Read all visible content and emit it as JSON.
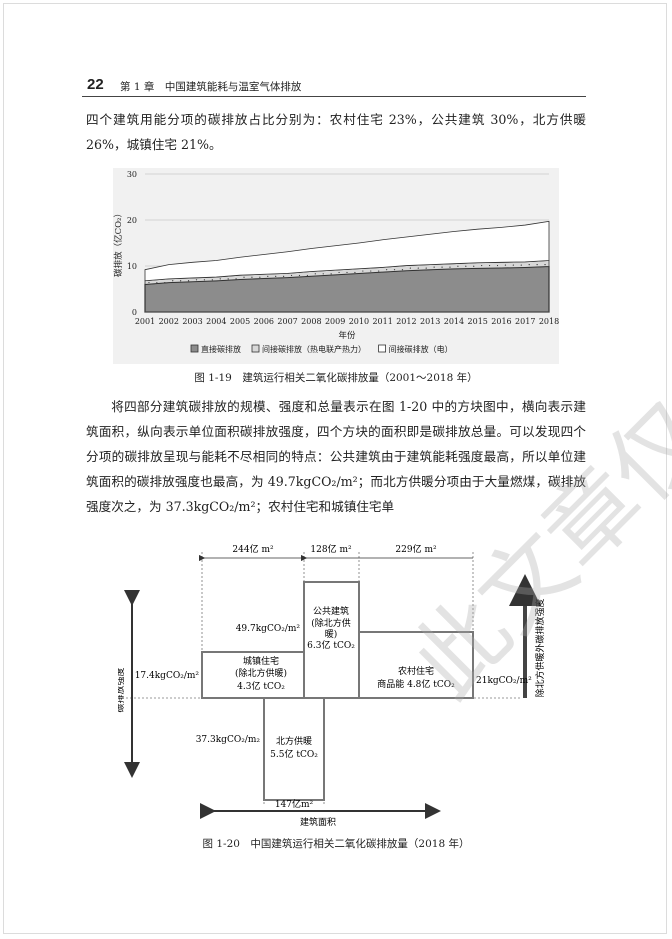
{
  "header": {
    "page_number": "22",
    "running_head": "第 1 章　中国建筑能耗与温室气体排放"
  },
  "paragraphs": {
    "p1": "四个建筑用能分项的碳排放占比分别为：农村住宅 23%，公共建筑 30%，北方供暖 26%，城镇住宅 21%。",
    "p2": "将四部分建筑碳排放的规模、强度和总量表示在图 1-20 中的方块图中，横向表示建筑面积，纵向表示单位面积碳排放强度，四个方块的面积即是碳排放总量。可以发现四个分项的碳排放呈现与能耗不尽相同的特点：公共建筑由于建筑能耗强度最高，所以单位建筑面积的碳排放强度也最高，为 49.7kgCO₂/m²；而北方供暖分项由于大量燃煤，碳排放强度次之，为 37.3kgCO₂/m²；农村住宅和城镇住宅单"
  },
  "figure1": {
    "caption": "图 1-19　建筑运行相关二氧化碳排放量（2001～2018 年）",
    "chart_data": {
      "type": "area",
      "xlabel": "年份",
      "ylabel": "碳排放（亿CO₂）",
      "ylim": [
        0,
        30
      ],
      "yticks": [
        "0",
        "10",
        "20",
        "30"
      ],
      "x": [
        "2001",
        "2002",
        "2003",
        "2004",
        "2005",
        "2006",
        "2007",
        "2008",
        "2009",
        "2010",
        "2011",
        "2012",
        "2013",
        "2014",
        "2015",
        "2016",
        "2017",
        "2018"
      ],
      "series": [
        {
          "name": "直接碳排放",
          "color": "#8c8c8c",
          "values": [
            6.0,
            6.4,
            6.6,
            6.8,
            7.1,
            7.3,
            7.5,
            7.8,
            8.1,
            8.4,
            8.7,
            9.0,
            9.2,
            9.4,
            9.5,
            9.6,
            9.7,
            9.9
          ]
        },
        {
          "name": "间接碳排放（热电联产热力）",
          "color": "#d8d8d8",
          "values": [
            0.8,
            0.8,
            0.8,
            0.8,
            0.9,
            0.9,
            0.9,
            1.0,
            1.0,
            1.0,
            1.0,
            1.1,
            1.1,
            1.1,
            1.2,
            1.2,
            1.2,
            1.3
          ]
        },
        {
          "name": "间接碳排放（电）",
          "color": "#ffffff",
          "values": [
            2.4,
            3.1,
            3.4,
            3.6,
            3.9,
            4.3,
            4.7,
            5.0,
            5.3,
            5.6,
            6.0,
            6.2,
            6.6,
            7.0,
            7.3,
            7.6,
            8.0,
            8.5
          ]
        }
      ],
      "grid": true,
      "legend": "bottom"
    }
  },
  "figure2": {
    "caption": "图 1-20　中国建筑运行相关二氧化碳排放量（2018 年）",
    "chart_data": {
      "type": "block",
      "axis_left": "碳排放强度",
      "axis_right": "除北方供暖外碳排放强度",
      "axis_bottom": "建筑面积",
      "width_labels": [
        "244亿 m²",
        "128亿 m²",
        "229亿 m²"
      ],
      "blocks": [
        {
          "name": "城镇住宅（除北方供暖）",
          "line1": "城镇住宅",
          "line2": "(除北方供暖)",
          "total": "4.3亿 tCO₂",
          "intensity": "17.4kgCO₂/m²",
          "area": "244亿 m²"
        },
        {
          "name": "公共建筑（除北方供暖）",
          "line1": "公共建筑",
          "line2": "(除北方供",
          "line3": "暖)",
          "total": "6.3亿 tCO₂",
          "intensity": "49.7kgCO₂/m²",
          "area": "128亿 m²"
        },
        {
          "name": "农村住宅",
          "line1": "农村住宅",
          "line2": "商品能 4.8亿 tCO₂",
          "intensity": "21kgCO₂/m²",
          "area": "229亿 m²"
        },
        {
          "name": "北方供暖",
          "line1": "北方供暖",
          "total": "5.5亿 tCO₂",
          "intensity": "37.3kgCO₂/m₂",
          "area": "147亿m²"
        }
      ]
    }
  },
  "watermark": "此文章仅供标准"
}
